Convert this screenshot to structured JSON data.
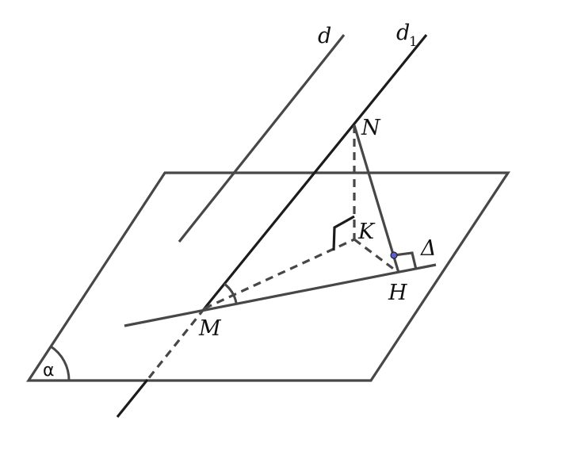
{
  "labels": {
    "d": "d",
    "d1_base": "d",
    "d1_sub": "1",
    "N": "N",
    "K": "K",
    "H": "H",
    "M": "M",
    "delta": "Δ",
    "alpha": "α"
  },
  "colors": {
    "line": "#474747",
    "line_dark": "#1c1c1c",
    "point": "#5b5bd6"
  }
}
